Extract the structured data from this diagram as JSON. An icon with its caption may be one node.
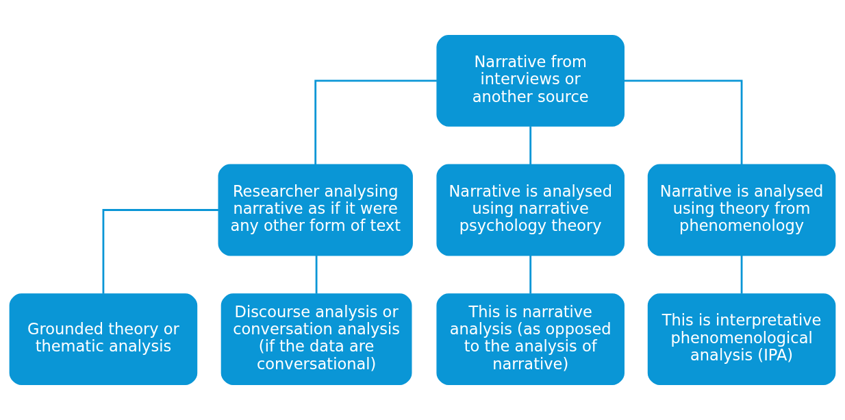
{
  "diagram": {
    "nodes": [
      {
        "text": [
          "Narrative from interviews or another source"
        ]
      },
      {
        "text": [
          "Researcher analysing narrative as if it were any other form of text"
        ]
      },
      {
        "text": [
          "Narrative is analysed using narrative psychology theory"
        ]
      },
      {
        "text": [
          "Narrative is analysed using theory from phenomenology"
        ]
      },
      {
        "text": [
          "Grounded theory or thematic analysis"
        ]
      },
      {
        "text": [
          "Discourse analysis or conversation analysis (if the data are conversational)"
        ]
      },
      {
        "text": [
          "This is narrative analysis (as opposed to the analysis of narrative)"
        ]
      },
      {
        "text": [
          "This is interpretative phenomenological analysis (IPA)"
        ]
      }
    ],
    "edges": [
      {
        "from": 0,
        "to": 1,
        "arrow": "none"
      },
      {
        "from": 0,
        "to": 2,
        "arrow": "none"
      },
      {
        "from": 0,
        "to": 3,
        "arrow": "none"
      },
      {
        "from": 1,
        "to": 4,
        "arrow": "none"
      },
      {
        "from": 1,
        "to": 5,
        "arrow": "none"
      },
      {
        "from": 2,
        "to": 6,
        "arrow": "none"
      },
      {
        "from": 3,
        "to": 7,
        "arrow": "none"
      }
    ]
  }
}
